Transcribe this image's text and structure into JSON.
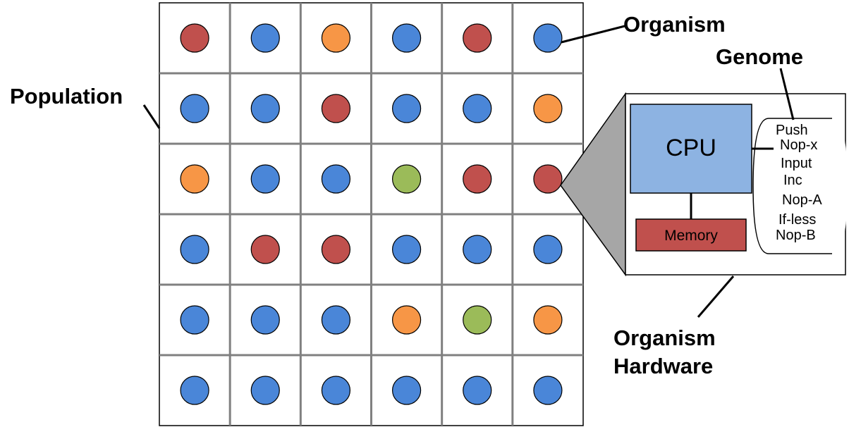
{
  "labels": {
    "population": "Population",
    "organism": "Organism",
    "genome": "Genome",
    "hardware_line1": "Organism",
    "hardware_line2": "Hardware"
  },
  "hardware": {
    "cpu": "CPU",
    "memory": "Memory",
    "instructions": [
      "Push",
      "Nop-x",
      "Input",
      "Inc",
      "Nop-A",
      "If-less",
      "Nop-B"
    ]
  },
  "palette": {
    "blue": "#4a86d8",
    "red": "#c0504d",
    "orange": "#f79646",
    "green": "#9bbb59",
    "cpu_fill": "#8db3e2",
    "memory_fill": "#c0504d",
    "grid_line": "#808080",
    "zoom_fill": "#a6a6a6"
  },
  "grid": {
    "rows": [
      [
        "red",
        "blue",
        "orange",
        "blue",
        "red",
        "blue"
      ],
      [
        "blue",
        "blue",
        "red",
        "blue",
        "blue",
        "orange"
      ],
      [
        "orange",
        "blue",
        "blue",
        "green",
        "red",
        "red"
      ],
      [
        "blue",
        "red",
        "red",
        "blue",
        "blue",
        "blue"
      ],
      [
        "blue",
        "blue",
        "blue",
        "orange",
        "green",
        "orange"
      ],
      [
        "blue",
        "blue",
        "blue",
        "blue",
        "blue",
        "blue"
      ]
    ]
  }
}
